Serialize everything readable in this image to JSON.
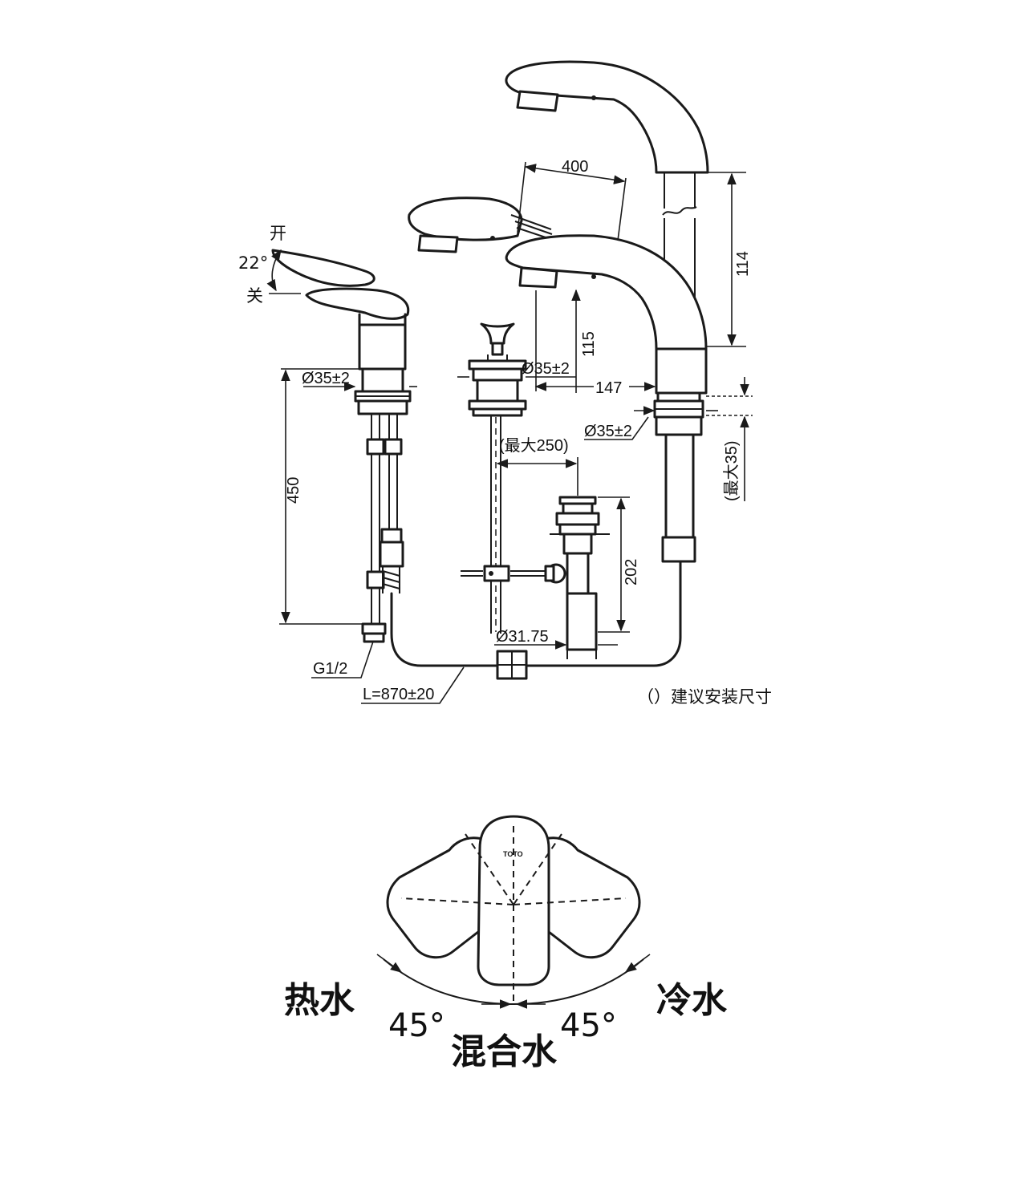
{
  "labels": {
    "open": "开",
    "close": "关",
    "angle_22": "22°",
    "d35_left": "Ø35±2",
    "d35_mid": "Ø35±2",
    "d35_right": "Ø35±2",
    "dim_400": "400",
    "dim_114": "114",
    "dim_115": "115",
    "dim_147": "147",
    "dim_450": "450",
    "max_250": "(最大250)",
    "max_35": "(最大35)",
    "dim_202": "202",
    "d3175": "Ø31.75",
    "g12": "G1/2",
    "hose_len": "L=870±20",
    "note": "（）建议安装尺寸",
    "brand": "TOTO",
    "hot": "热水",
    "cold": "冷水",
    "mix": "混合水",
    "angle_left": "45°",
    "angle_right": "45°"
  }
}
